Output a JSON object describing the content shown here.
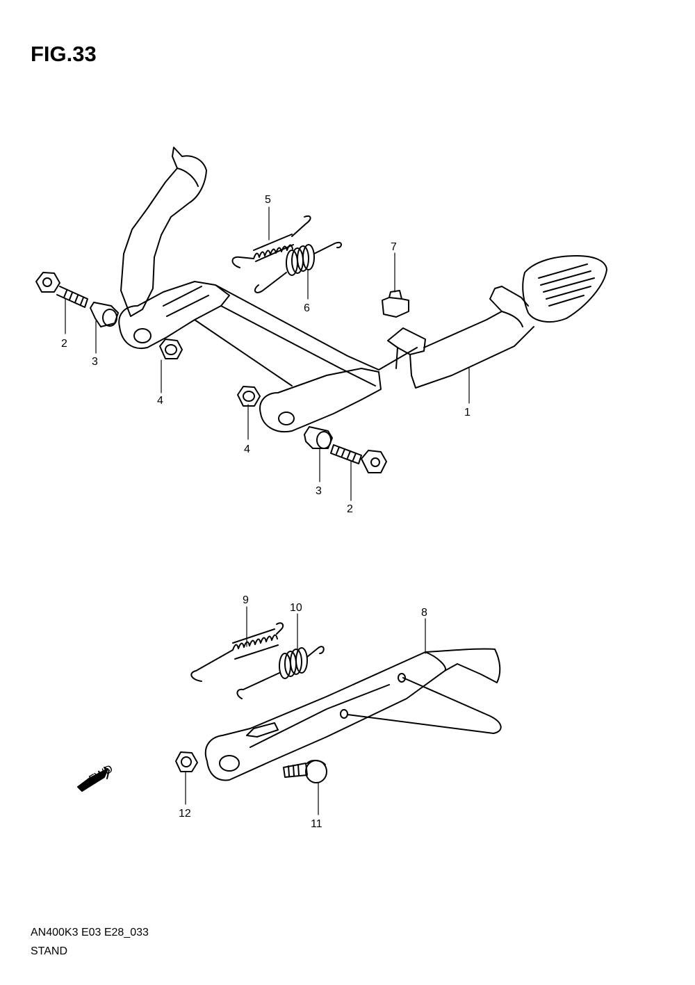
{
  "figure": {
    "title": "FIG.33"
  },
  "callouts": {
    "c1": "1",
    "c2a": "2",
    "c2b": "2",
    "c3a": "3",
    "c3b": "3",
    "c4a": "4",
    "c4b": "4",
    "c5": "5",
    "c6": "6",
    "c7": "7",
    "c8": "8",
    "c9": "9",
    "c10": "10",
    "c11": "11",
    "c12": "12"
  },
  "fwd_label": "FWD",
  "footer": {
    "code": "AN400K3 E03 E28_033",
    "name": "STAND"
  }
}
